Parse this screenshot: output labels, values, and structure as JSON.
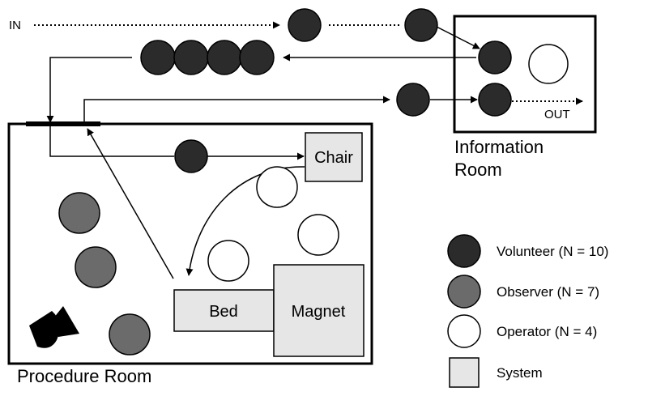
{
  "flow": {
    "in_label": "IN",
    "out_label": "OUT"
  },
  "rooms": {
    "information_line1": "Information",
    "information_line2": "Room",
    "procedure": "Procedure Room"
  },
  "systems": {
    "chair": "Chair",
    "bed": "Bed",
    "magnet": "Magnet"
  },
  "legend": [
    {
      "key": "volunteer",
      "label": "Volunteer (N = 10)"
    },
    {
      "key": "observer",
      "label": "Observer (N = 7)"
    },
    {
      "key": "operator",
      "label": "Operator (N = 4)"
    },
    {
      "key": "system",
      "label": "System"
    }
  ],
  "colors": {
    "volunteer": "#2b2b2b",
    "observer": "#6b6b6b",
    "operator": "#ffffff",
    "system": "#e6e6e6",
    "stroke": "#000000"
  },
  "icons": {
    "camera": "camera-icon"
  }
}
